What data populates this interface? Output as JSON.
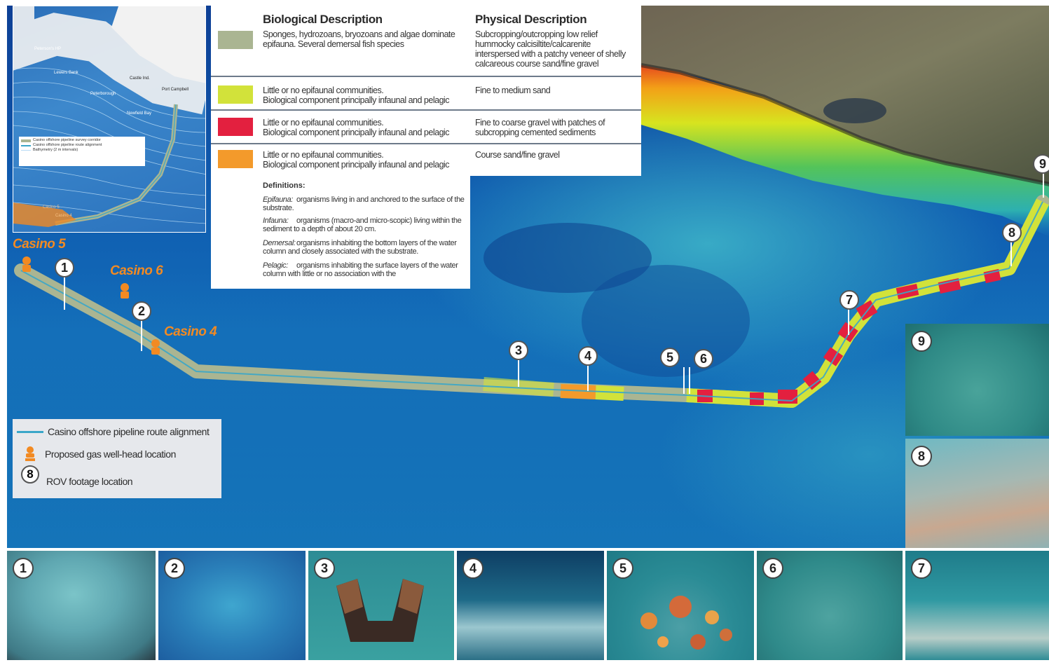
{
  "legend": {
    "bio_header": "Biological Description",
    "phys_header": "Physical Description",
    "rows": [
      {
        "color": "#aab592",
        "bio": "Sponges, hydrozoans, bryozoans and algae dominate\nepifauna. Several demersal fish species",
        "phys": "Subcropping/outcropping low relief\nhummocky calcisiltite/calcarenite\ninterspersed with a patchy veneer of shelly\ncalcareous course sand/fine gravel"
      },
      {
        "color": "#d2e23a",
        "bio": "Little or no epifaunal communities.\nBiological component principally infaunal and pelagic",
        "phys": "Fine to medium sand"
      },
      {
        "color": "#e3203f",
        "bio": "Little or no epifaunal communities.\nBiological component principally infaunal and pelagic",
        "phys": "Fine to coarse gravel with patches of\nsubcropping cemented sediments"
      },
      {
        "color": "#f39a2b",
        "bio": "Little or no epifaunal communities.\nBiological component principally infaunal and pelagic",
        "phys": "Course sand/fine gravel"
      }
    ]
  },
  "definitions": {
    "title": "Definitions:",
    "items": [
      {
        "term": "Epifauna:",
        "text": "organisms living in and anchored to the surface of the substrate."
      },
      {
        "term": "Infauna:",
        "text": "organisms (macro-and micro-scopic) living within the sediment to a depth of about 20 cm."
      },
      {
        "term": "Demersal:",
        "text": "organisms inhabiting the bottom layers of the water column and closely associated with the substrate."
      },
      {
        "term": "Pelagic:",
        "text": "organisms inhabiting the surface layers of the water column with little or no association with the"
      }
    ]
  },
  "inset": {
    "places": [
      "Peterson's HP",
      "Lewers Bank",
      "Port Campbell",
      "Castle Ind.",
      "Peterborough",
      "Newfield Bay"
    ],
    "legend": [
      "Casino offshore pipeline survey corridor",
      "Casino offshore pipeline route alignment",
      "Bathymetry (2 m intervals)"
    ],
    "wells": [
      "Casino 5",
      "Casino 4"
    ]
  },
  "wells": [
    "Casino 5",
    "Casino 6",
    "Casino 4"
  ],
  "rov_points": [
    "1",
    "2",
    "3",
    "4",
    "5",
    "6",
    "7",
    "8",
    "9"
  ],
  "map_legend": {
    "route": "Casino offshore pipeline route alignment",
    "wellhead": "Proposed gas well-head location",
    "rov": "ROV footage location",
    "rov_example": "8"
  },
  "photos": [
    "1",
    "2",
    "3",
    "4",
    "5",
    "6",
    "7",
    "8",
    "9"
  ],
  "colors": {
    "route_green": "#aab592",
    "sand_yellow": "#d2e23a",
    "gravel_red": "#e3203f",
    "coarse_orange": "#f39a2b",
    "well_orange": "#f28a22",
    "route_line": "#3aa6c9"
  }
}
